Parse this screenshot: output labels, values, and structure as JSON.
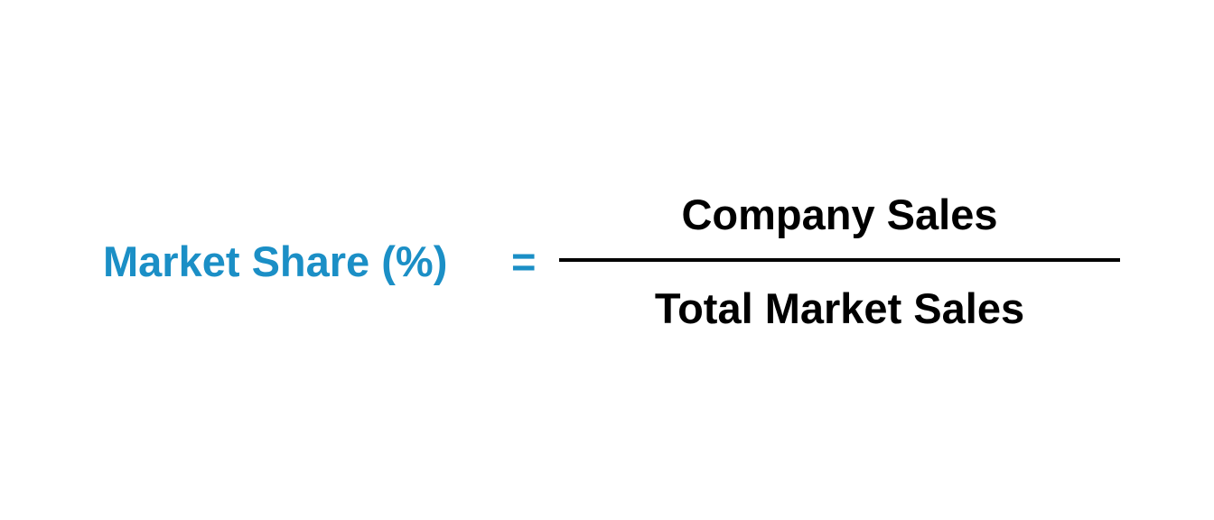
{
  "formula": {
    "lhs": "Market Share (%)",
    "equals": "=",
    "numerator": "Company Sales",
    "denominator": "Total Market Sales"
  },
  "colors": {
    "lhs": "#1b8fc6",
    "rhs": "#000000",
    "fraction_bar": "#000000",
    "background": "#ffffff"
  }
}
